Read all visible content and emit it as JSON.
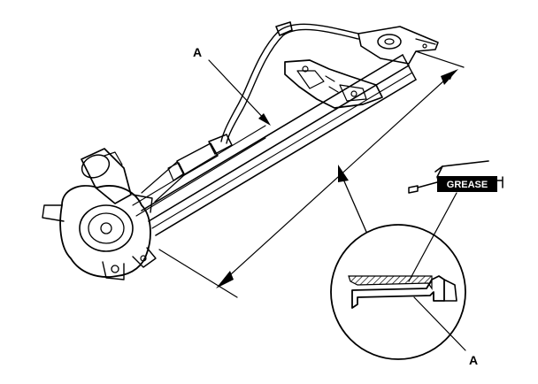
{
  "labels": {
    "part_a_top": "A",
    "part_a_detail": "A",
    "grease_tag": "GREASE"
  },
  "colors": {
    "ink": "#000000",
    "paper": "#ffffff"
  }
}
